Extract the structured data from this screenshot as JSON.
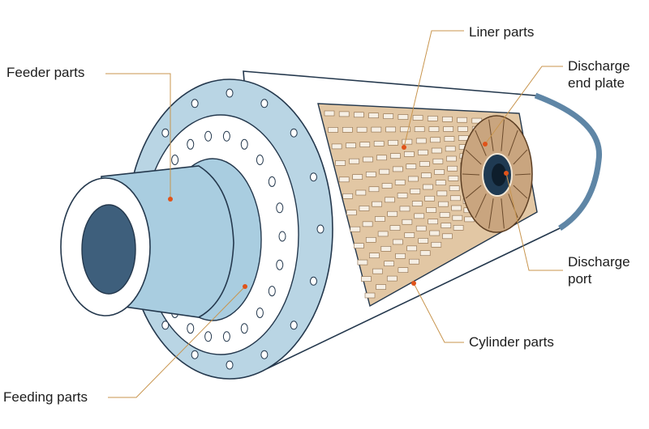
{
  "labels": {
    "feeder": "Feeder parts",
    "liner": "Liner parts",
    "discharge_end_plate_line1": "Discharge",
    "discharge_end_plate_line2": "end plate",
    "discharge_port_line1": "Discharge",
    "discharge_port_line2": "port",
    "cylinder": "Cylinder parts",
    "feeding": "Feeding parts"
  },
  "colors": {
    "outline": "#24384d",
    "flange": "#b9d5e4",
    "feeder_tube": "#a9cde0",
    "bore": "#3e5f7c",
    "liner_fill": "#e2c7a4",
    "liner_slot": "#f6efe4",
    "plate": "#c9a57f",
    "leader": "#c8954e",
    "marker": "#e0531a"
  }
}
